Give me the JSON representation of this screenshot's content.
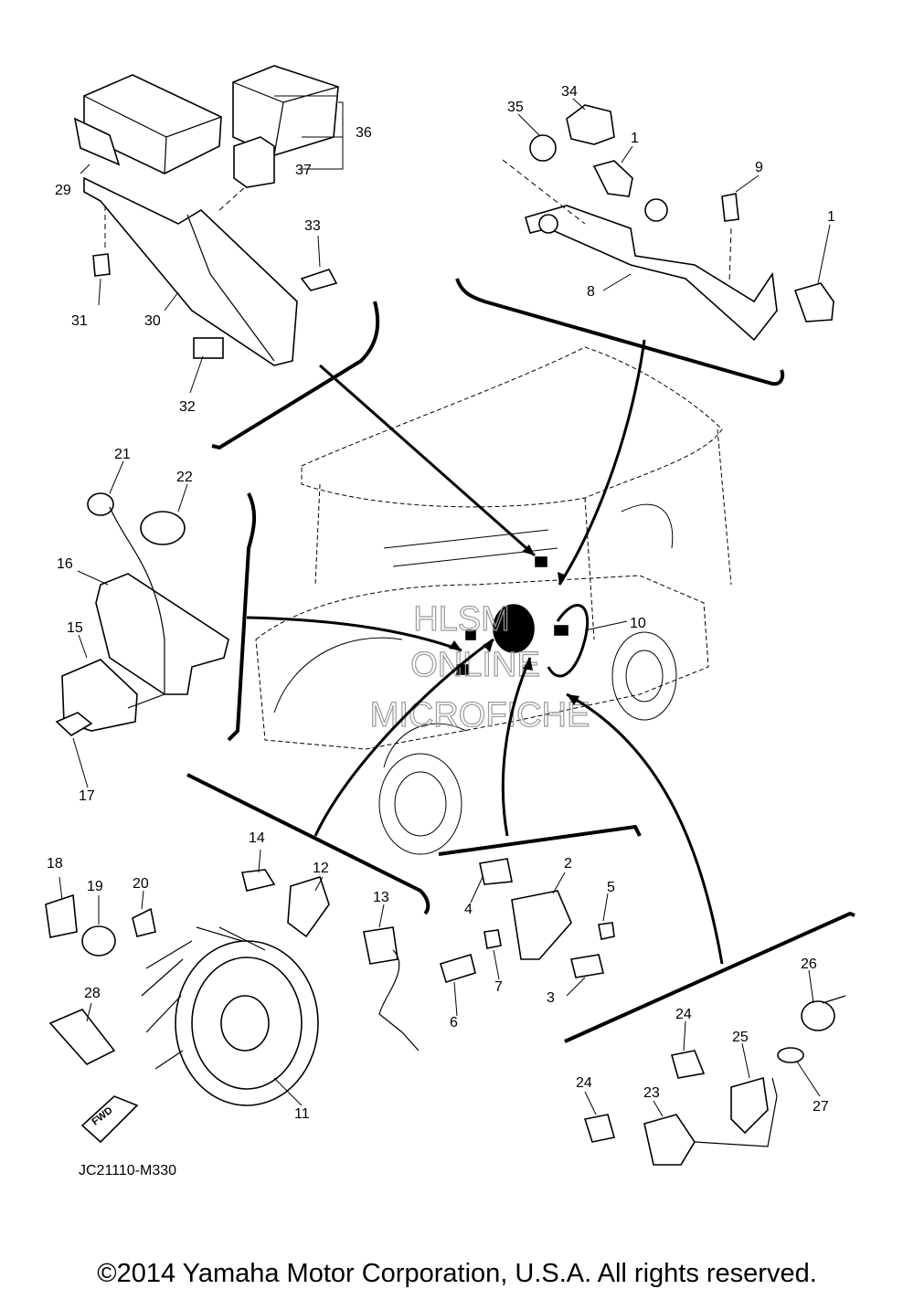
{
  "diagram": {
    "code": "JC21110-M330",
    "fwd_badge": "FWD",
    "copyright": "©2014 Yamaha Motor Corporation, U.S.A. All rights reserved.",
    "watermark": [
      "HLSM",
      "ONLINE",
      "MICROFICHE"
    ],
    "labels": {
      "p1a": "1",
      "p1b": "1",
      "p2": "2",
      "p3": "3",
      "p4": "4",
      "p5": "5",
      "p6": "6",
      "p7": "7",
      "p8": "8",
      "p9": "9",
      "p10": "10",
      "p11": "11",
      "p12": "12",
      "p13": "13",
      "p14": "14",
      "p15": "15",
      "p16": "16",
      "p17": "17",
      "p18": "18",
      "p19": "19",
      "p20": "20",
      "p21": "21",
      "p22": "22",
      "p23": "23",
      "p24a": "24",
      "p24b": "24",
      "p25": "25",
      "p26": "26",
      "p27": "27",
      "p28": "28",
      "p29": "29",
      "p30": "30",
      "p31": "31",
      "p32": "32",
      "p33": "33",
      "p34": "34",
      "p35": "35",
      "p36": "36",
      "p37": "37"
    }
  }
}
